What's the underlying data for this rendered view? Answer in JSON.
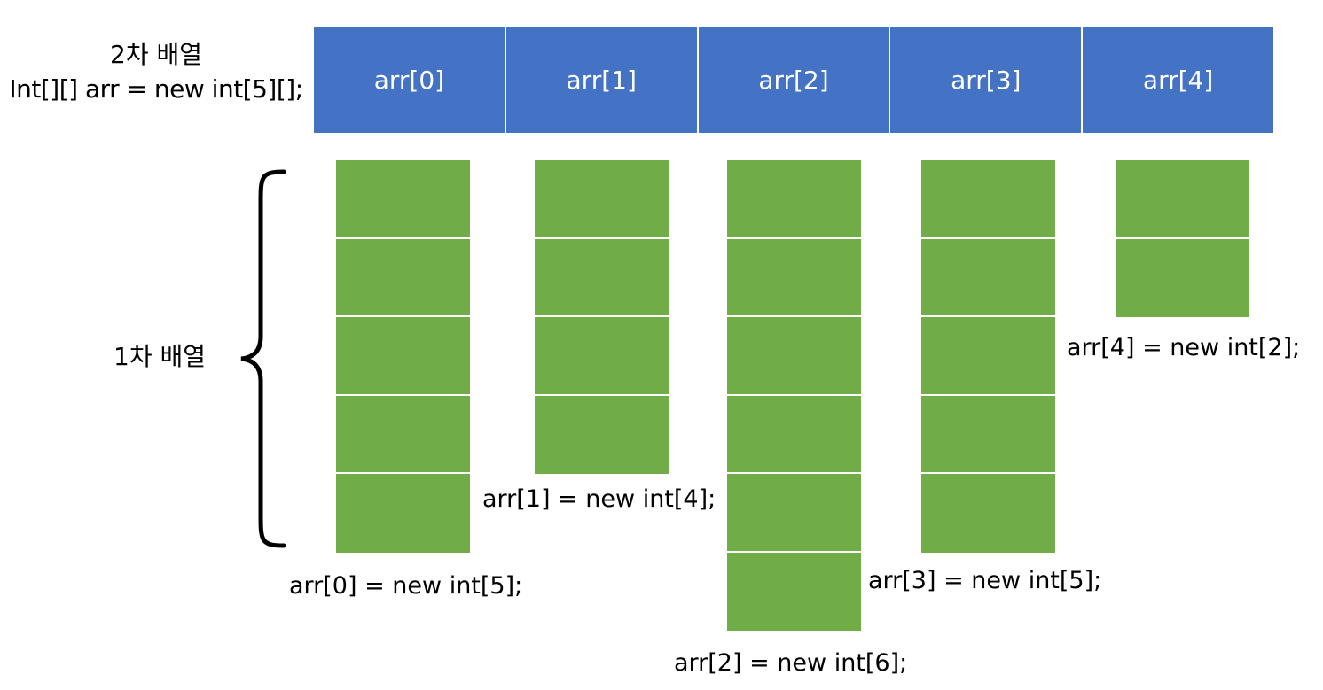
{
  "two_d": {
    "title": "2차 배열",
    "code": "Int[][] arr = new int[5][];",
    "cells": [
      "arr[0]",
      "arr[1]",
      "arr[2]",
      "arr[3]",
      "arr[4]"
    ]
  },
  "one_d": {
    "label": "1차 배열",
    "rows": [
      {
        "length": 5,
        "caption": "arr[0] = new int[5];"
      },
      {
        "length": 4,
        "caption": "arr[1] = new int[4];"
      },
      {
        "length": 6,
        "caption": "arr[2] = new int[6];"
      },
      {
        "length": 5,
        "caption": "arr[3] = new int[5];"
      },
      {
        "length": 2,
        "caption": "arr[4] = new int[2];"
      }
    ]
  },
  "colors": {
    "outer_array": "#4472c4",
    "inner_array": "#70ad47"
  }
}
